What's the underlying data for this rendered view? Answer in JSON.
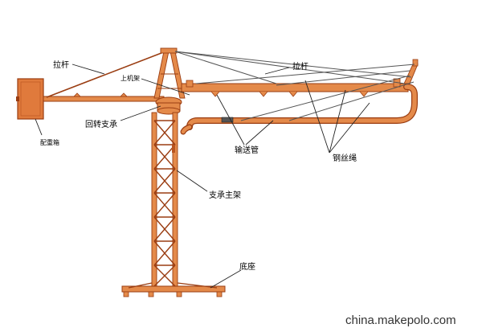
{
  "labels": {
    "tie_rod_left": "拉杆",
    "tie_rod_right": "拉杆",
    "upper_frame": "上机架",
    "slewing_support": "回转支承",
    "counterweight_box": "配重箱",
    "delivery_pipe": "输送管",
    "steel_wire_rope": "钢丝绳",
    "main_support_frame": "支承主架",
    "base": "底座"
  },
  "watermark": "china.makepolo.com",
  "colors": {
    "structure_fill": "#e48a4a",
    "structure_stroke": "#9a3d12",
    "leader_line": "#222222",
    "counterweight": "#e07a3c"
  }
}
